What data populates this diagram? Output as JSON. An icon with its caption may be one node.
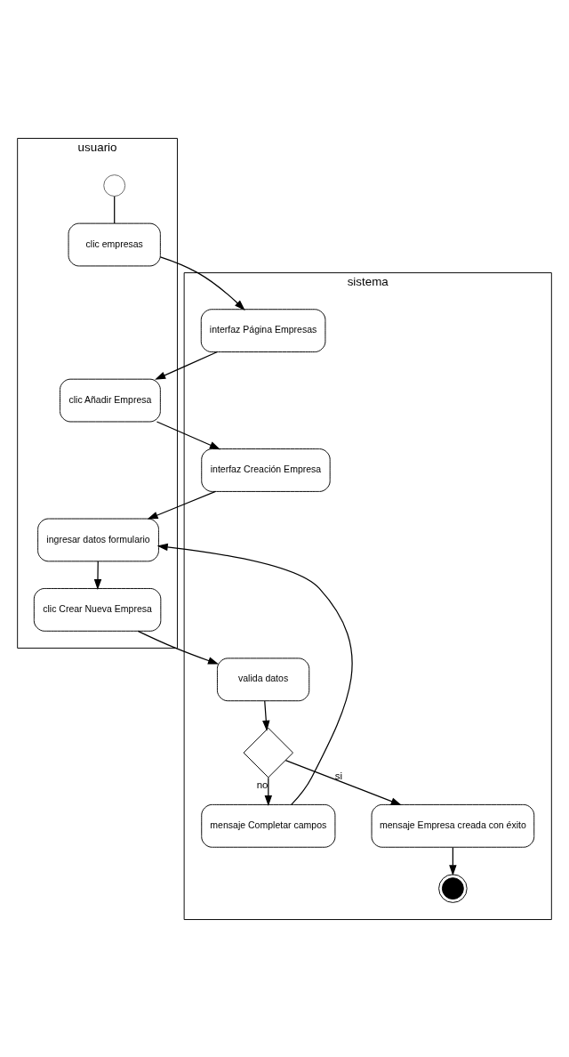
{
  "diagram": {
    "nodes": [
      {
        "text": [
          "usuario"
        ]
      },
      {
        "text": [
          "sistema"
        ]
      },
      {
        "text": [],
        "shape": "circle",
        "in": 0
      },
      {
        "text": [
          "clic empresas"
        ],
        "in": 0
      },
      {
        "text": [
          "interfaz Página Empresas"
        ],
        "in": 1
      },
      {
        "text": [
          "clic Añadir Empresa"
        ],
        "in": 0
      },
      {
        "text": [
          "interfaz Creación Empresa"
        ],
        "in": 1
      },
      {
        "text": [
          "ingresar datos formulario"
        ],
        "in": 0
      },
      {
        "text": [
          "clic Crear Nueva Empresa"
        ],
        "in": 0
      },
      {
        "text": [
          "valida datos"
        ],
        "in": 1
      },
      {
        "text": [],
        "shape": "diamond",
        "in": 1
      },
      {
        "text": [
          "mensaje Completar campos"
        ],
        "in": 1
      },
      {
        "text": [
          "mensaje Empresa creada con éxito"
        ],
        "in": 1
      },
      {
        "text": [],
        "shape": "circle",
        "in": 1
      }
    ],
    "edges": [
      {
        "from": 2,
        "to": 3,
        "arrow": "none"
      },
      {
        "from": 3,
        "to": 4,
        "arrow": "to"
      },
      {
        "from": 4,
        "to": 5,
        "arrow": "to"
      },
      {
        "from": 5,
        "to": 6,
        "arrow": "to"
      },
      {
        "from": 6,
        "to": 7,
        "arrow": "to"
      },
      {
        "from": 7,
        "to": 8,
        "arrow": "to"
      },
      {
        "from": 8,
        "to": 9,
        "arrow": "to"
      },
      {
        "from": 9,
        "to": 10,
        "arrow": "to"
      },
      {
        "from": 10,
        "to": 11,
        "arrow": "to",
        "label": "no"
      },
      {
        "from": 10,
        "to": 12,
        "arrow": "to",
        "label": "si"
      },
      {
        "from": 11,
        "to": 7,
        "arrow": "to"
      },
      {
        "from": 12,
        "to": 13,
        "arrow": "to"
      }
    ]
  }
}
